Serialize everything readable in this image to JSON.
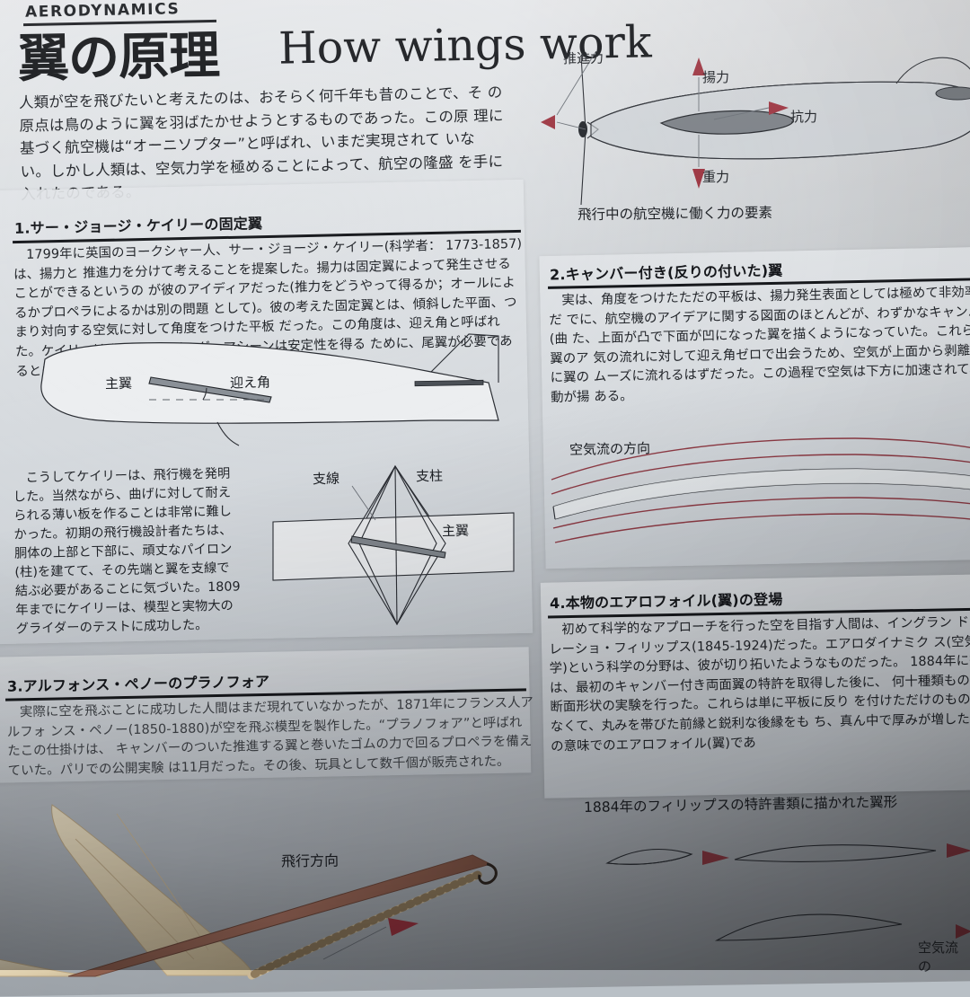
{
  "page": {
    "kicker": "AERODYNAMICS",
    "title_jp": "翼の原理",
    "title_en": "How wings work",
    "lede": "人類が空を飛びたいと考えたのは、おそらく何千年も昔のことで、そ の原点は鳥のように翼を羽ばたかせようとするものであった。この原 理に基づく航空機は“オーニソプター”と呼ばれ、いまだ実現されて いない。しかし人類は、空気力学を極めることによって、航空の隆盛 を手に入れたのである。"
  },
  "force_diagram": {
    "thrust": "推進力",
    "lift": "揚力",
    "drag": "抗力",
    "weight": "重力",
    "caption": "飛行中の航空機に働く力の要素"
  },
  "sections": [
    {
      "id": "s1",
      "heading": "1.サー・ジョージ・ケイリーの固定翼",
      "body": "　1799年に英国のヨークシャー人、サー・ジョージ・ケイリー(科学者： 1773-1857)は、揚力と 推進力を分けて考えることを提案した。揚力は固定翼によって発生させることができるというの が彼のアイディアだった(推力をどうやって得るか；オールによるかプロペラによるかは別の問題 として)。彼の考えた固定翼とは、傾斜した平面、つまり対向する空気に対して角度をつけた平板 だった。この角度は、迎え角と呼ばれた。ケイリーはまた、フライング・マシーンは安定性を得る ために、尾翼が必要であるとも考えた。"
    },
    {
      "id": "s2",
      "heading": "2.キャンバー付き(反りの付いた)翼",
      "body": "　実は、角度をつけたただの平板は、揚力発生表面としては極めて非効率的だ でに、航空機のアイデアに関する図面のほとんどが、わずかなキャンバー(曲 た、上面が凸で下面が凹になった翼を描くようになっていた。これらの翼のア 気の流れに対して迎え角ゼロで出会うため、空気が上面から剥離せずに翼の ムーズに流れるはずだった。この過程で空気は下方に加速されて、反動が揚 ある。"
    },
    {
      "id": "s3",
      "heading": "3.アルフォンス・ペノーのプラノフォア",
      "body": "　実際に空を飛ぶことに成功した人間はまだ現れていなかったが、1871年にフランス人アルフォ ンス・ペノー(1850-1880)が空を飛ぶ模型を製作した。“プラノフォア”と呼ばれたこの仕掛けは、 キャンバーのついた推進する翼と巻いたゴムの力で回るプロペラを備えていた。パリでの公開実験 は11月だった。その後、玩具として数千個が販売された。"
    },
    {
      "id": "s4",
      "heading": "4.本物のエアロフォイル(翼)の登場",
      "body": "　初めて科学的なアプローチを行った空を目指す人間は、イングラン ドのホレーショ・フィリップス(1845-1924)だった。エアロダイナミク ス(空気力学)という科学の分野は、彼が切り拓いたようなものだった。 1884年に彼は、最初のキャンバー付き両面翼の特許を取得した後に、 何十種類もの翼形断面形状の実験を行った。これらは単に平板に反り を付けただけのものではなくて、丸みを帯びた前縁と鋭利な後縁をも ち、真ん中で厚みが増した本当の意味でのエアロフォイル(翼)であ"
    }
  ],
  "labels": {
    "main_wing": "主翼",
    "angle_of_attack": "迎え角",
    "bracing_wire": "支線",
    "strut": "支柱",
    "main_wing_2": "主翼",
    "airflow_direction": "空気流の方向",
    "flight_direction": "飛行方向",
    "airflow_direction_bottom": "空気流の",
    "phillips_caption": "1884年のフィリップスの特許書類に描かれた翼形"
  },
  "colors": {
    "ink": "#1b1e23",
    "accent_red": "#8e3a44",
    "paper": "#dfe2e5",
    "panel": "#cdd2d7",
    "model_wood": "#9c6a55",
    "model_fabric": "#e2d3b4"
  }
}
